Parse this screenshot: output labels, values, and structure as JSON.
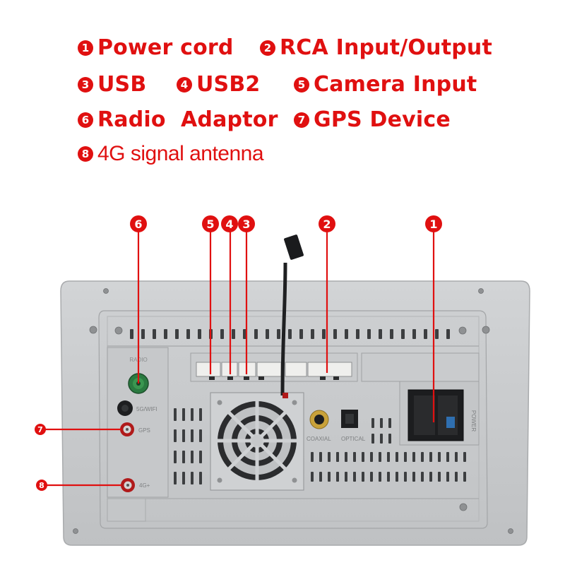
{
  "legend": [
    {
      "num": "1",
      "label": "Power cord"
    },
    {
      "num": "2",
      "label": "RCA Input/Output"
    },
    {
      "num": "3",
      "label": "USB"
    },
    {
      "num": "4",
      "label": "USB2"
    },
    {
      "num": "5",
      "label": "Camera Input"
    },
    {
      "num": "6",
      "label": "Radio  Adaptor"
    },
    {
      "num": "7",
      "label": "GPS Device"
    },
    {
      "num": "8",
      "label": "4G signal antenna"
    }
  ],
  "callouts": [
    "6",
    "5",
    "4",
    "3",
    "2",
    "1",
    "7",
    "8"
  ],
  "unit_labels": {
    "radio": "RADIO",
    "wifi": "5G/WIFI",
    "gps": "GPS",
    "lte": "4G+",
    "coaxial": "COAXIAL",
    "optical": "OPTICAL",
    "power": "POWER"
  },
  "colors": {
    "accent": "#e01010",
    "panel": "#c8cacc",
    "panel_dark": "#9a9c9e"
  }
}
